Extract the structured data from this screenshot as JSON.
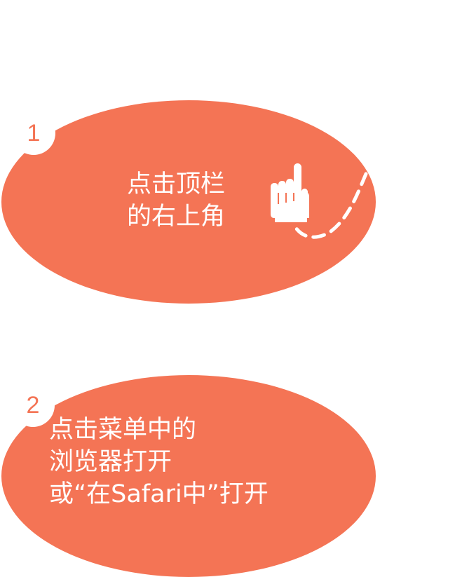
{
  "colors": {
    "bubble": "#f47455",
    "text": "#ffffff",
    "badge_background": "#ffffff",
    "badge_number": "#f47455"
  },
  "steps": [
    {
      "number": "1",
      "lines": [
        "点击顶栏",
        "的右上角"
      ],
      "icon": "pointing-hand-icon"
    },
    {
      "number": "2",
      "lines": [
        "点击菜单中的",
        "浏览器打开",
        "或“在Safari中”打开"
      ]
    }
  ]
}
